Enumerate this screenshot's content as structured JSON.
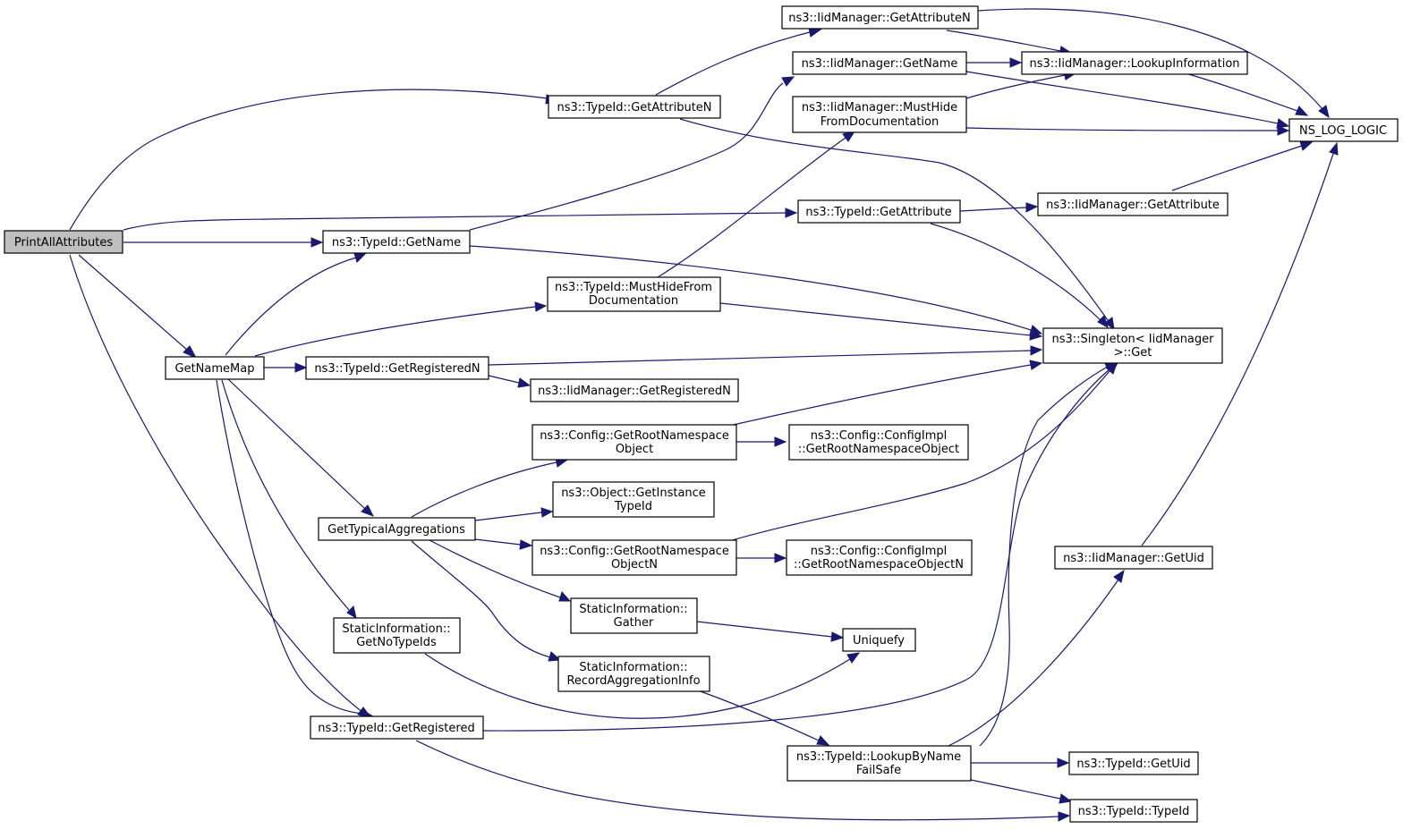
{
  "colors": {
    "edge": "#191970",
    "node_border": "#000000",
    "root_fill": "#bfbfbf",
    "node_fill": "#ffffff"
  },
  "nodes": {
    "print_all_attributes": [
      "PrintAllAttributes"
    ],
    "get_name_map": [
      "GetNameMap"
    ],
    "typeid_get_attribute_n": [
      "ns3::TypeId::GetAttributeN"
    ],
    "iid_get_attribute_n": [
      "ns3::IidManager::GetAttributeN"
    ],
    "iid_get_name": [
      "ns3::IidManager::GetName"
    ],
    "iid_lookup_information": [
      "ns3::IidManager::LookupInformation"
    ],
    "iid_must_hide": [
      "ns3::IidManager::MustHide",
      "FromDocumentation"
    ],
    "ns_log_logic": [
      "NS_LOG_LOGIC"
    ],
    "typeid_get_attribute": [
      "ns3::TypeId::GetAttribute"
    ],
    "iid_get_attribute": [
      "ns3::IidManager::GetAttribute"
    ],
    "typeid_get_name": [
      "ns3::TypeId::GetName"
    ],
    "typeid_must_hide": [
      "ns3::TypeId::MustHideFrom",
      "Documentation"
    ],
    "singleton_get": [
      "ns3::Singleton< IidManager",
      ">::Get"
    ],
    "typeid_get_registered_n": [
      "ns3::TypeId::GetRegisteredN"
    ],
    "iid_get_registered_n": [
      "ns3::IidManager::GetRegisteredN"
    ],
    "config_get_root_ns_object": [
      "ns3::Config::GetRootNamespace",
      "Object"
    ],
    "configimpl_get_root_ns_object": [
      "ns3::Config::ConfigImpl",
      "::GetRootNamespaceObject"
    ],
    "object_get_instance_typeid": [
      "ns3::Object::GetInstance",
      "TypeId"
    ],
    "get_typical_aggregations": [
      "GetTypicalAggregations"
    ],
    "config_get_root_ns_object_n": [
      "ns3::Config::GetRootNamespace",
      "ObjectN"
    ],
    "configimpl_get_root_ns_object_n": [
      "ns3::Config::ConfigImpl",
      "::GetRootNamespaceObjectN"
    ],
    "iid_get_uid": [
      "ns3::IidManager::GetUid"
    ],
    "static_info_gather": [
      "StaticInformation::",
      "Gather"
    ],
    "uniquefy": [
      "Uniquefy"
    ],
    "static_info_get_no_typeids": [
      "StaticInformation::",
      "GetNoTypeIds"
    ],
    "static_info_record_aggregation": [
      "StaticInformation::",
      "RecordAggregationInfo"
    ],
    "typeid_get_registered": [
      "ns3::TypeId::GetRegistered"
    ],
    "typeid_lookup_by_name_failsafe": [
      "ns3::TypeId::LookupByName",
      "FailSafe"
    ],
    "typeid_get_uid": [
      "ns3::TypeId::GetUid"
    ],
    "typeid_typeid": [
      "ns3::TypeId::TypeId"
    ]
  }
}
